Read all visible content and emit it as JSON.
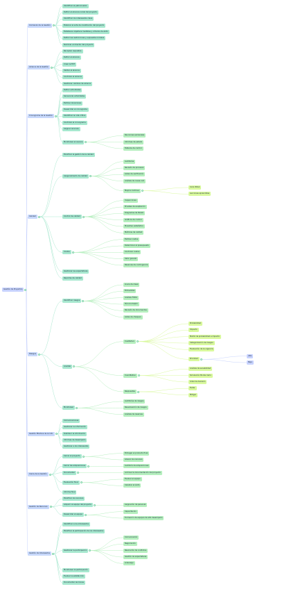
{
  "root": {
    "label": "Gestión de Proyectos",
    "children": [
      {
        "label": "Comienzo de la Gestión",
        "children": [
          {
            "label": "Identificar al patrocinador"
          },
          {
            "label": "Definir el alcance inicial del proyecto"
          },
          {
            "label": "Identificar los interesados clave"
          },
          {
            "label": "Elaborar el acta de constitución del proyecto"
          },
          {
            "label": "Establecer objetivos medibles y criterios de éxito"
          },
          {
            "label": "Definir las restricciones y supuestos iniciales"
          },
          {
            "label": "Nombrar al director del proyecto"
          }
        ]
      },
      {
        "label": "Alcance de la Gestión",
        "children": [
          {
            "label": "Recopilar requisitos"
          },
          {
            "label": "Definir el alcance"
          },
          {
            "label": "Crear la EDT"
          },
          {
            "label": "Validar el alcance"
          },
          {
            "label": "Controlar el alcance"
          },
          {
            "label": "Gestionar cambios de alcance"
          }
        ]
      },
      {
        "label": "Cronograma de la Gestión",
        "children": [
          {
            "label": "Definir actividades"
          },
          {
            "label": "Secuenciar actividades"
          },
          {
            "label": "Estimar duraciones"
          },
          {
            "label": "Desarrollar el cronograma"
          },
          {
            "label": "Identificar la ruta crítica"
          },
          {
            "label": "Controlar el cronograma"
          },
          {
            "label": "Asignar recursos"
          },
          {
            "label": "Monitorear el avance",
            "children": [
              {
                "label": "Reuniones semanales"
              },
              {
                "label": "Informes de estado"
              },
              {
                "label": "Tableros de control"
              }
            ]
          }
        ]
      },
      {
        "label": "Calidad",
        "children": [
          {
            "label": "Planificar la gestión de la calidad"
          },
          {
            "label": "Aseguramiento de calidad",
            "children": [
              {
                "label": "Auditorías"
              },
              {
                "label": "Revisión de procesos"
              },
              {
                "label": "Listas de verificación"
              },
              {
                "label": "Análisis de causa raíz"
              },
              {
                "label": "Mejora continua",
                "children": [
                  {
                    "label": "Ciclo PDCA"
                  },
                  {
                    "label": "Lecciones aprendidas"
                  }
                ]
              }
            ]
          },
          {
            "label": "Control de calidad",
            "children": [
              {
                "label": "Inspecciones"
              },
              {
                "label": "Pruebas de aceptación"
              },
              {
                "label": "Diagramas de Pareto"
              },
              {
                "label": "Gráficos de control"
              },
              {
                "label": "Muestreo estadístico"
              },
              {
                "label": "Métricas de calidad"
              }
            ]
          },
          {
            "label": "Costos",
            "children": [
              {
                "label": "Estimar costos"
              },
              {
                "label": "Determinar el presupuesto"
              },
              {
                "label": "Controlar costos"
              },
              {
                "label": "Valor ganado"
              },
              {
                "label": "Reservas de contingencia"
              }
            ]
          },
          {
            "label": "Gestionar las expectativas"
          },
          {
            "label": "Reportes de calidad"
          }
        ]
      },
      {
        "label": "Riesgos",
        "children": [
          {
            "label": "Identificar riesgos",
            "children": [
              {
                "label": "Lluvia de ideas"
              },
              {
                "label": "Entrevistas"
              },
              {
                "label": "Análisis FODA"
              },
              {
                "label": "Técnica Delphi"
              },
              {
                "label": "Revisión de documentos"
              },
              {
                "label": "Listas de chequeo"
              }
            ]
          },
          {
            "label": "Analizar",
            "children": [
              {
                "label": "Cualitativo",
                "children": [
                  {
                    "label": "Probabilidad"
                  },
                  {
                    "label": "Impacto"
                  },
                  {
                    "label": "Matriz de probabilidad e impacto"
                  },
                  {
                    "label": "Categorización de riesgos"
                  },
                  {
                    "label": "Evaluación de la urgencia"
                  },
                  {
                    "label": "Prioridad",
                    "children": [
                      {
                        "label": "Alta"
                      },
                      {
                        "label": "Baja"
                      }
                    ]
                  }
                ]
              },
              {
                "label": "Cuantitativo",
                "children": [
                  {
                    "label": "Análisis de sensibilidad"
                  },
                  {
                    "label": "Simulación Monte Carlo"
                  },
                  {
                    "label": "Árbol de decisión"
                  }
                ]
              },
              {
                "label": "Respuestas",
                "children": [
                  {
                    "label": "Evitar"
                  },
                  {
                    "label": "Mitigar"
                  }
                ]
              }
            ]
          },
          {
            "label": "Monitorear",
            "children": [
              {
                "label": "Auditorías de riesgos"
              },
              {
                "label": "Reevaluación de riesgos"
              },
              {
                "label": "Análisis de reservas"
              }
            ]
          }
        ]
      },
      {
        "label": "Gestión Efectiva de la Info.",
        "children": [
          {
            "label": "Comunicaciones"
          },
          {
            "label": "Gestionar la información"
          },
          {
            "label": "Distribuir la información"
          },
          {
            "label": "Informes de desempeño"
          },
          {
            "label": "Gestionar a los interesados"
          }
        ]
      },
      {
        "label": "Cierre de la Gestión",
        "children": [
          {
            "label": "Cerrar el proyecto",
            "children": [
              {
                "label": "Entregar el producto final"
              },
              {
                "label": "Liberar los recursos"
              }
            ]
          },
          {
            "label": "Cerrar las adquisiciones",
            "children": [
              {
                "label": "Auditoría de adquisiciones"
              }
            ]
          },
          {
            "label": "Documentar",
            "children": [
              {
                "label": "Archivar la documentación del proyecto"
              }
            ]
          },
          {
            "label": "Evaluación final",
            "children": [
              {
                "label": "Evaluar el equipo"
              },
              {
                "label": "Celebrar el éxito"
              }
            ]
          },
          {
            "label": "Informe final"
          }
        ]
      },
      {
        "label": "Gestión de Recursos",
        "children": [
          {
            "label": "Planificar los recursos"
          },
          {
            "label": "Adquirir el equipo del proyecto",
            "children": [
              {
                "label": "Asignación de personal"
              }
            ]
          },
          {
            "label": "Desarrollar el equipo",
            "children": [
              {
                "label": "Capacitación"
              },
              {
                "label": "Formación de equipos de alto desempeño"
              }
            ]
          }
        ]
      },
      {
        "label": "Gestión de Interesados",
        "children": [
          {
            "label": "Identificar a los interesados"
          },
          {
            "label": "Planificar la participación de los interesados"
          },
          {
            "label": "Gestionar la participación",
            "children": [
              {
                "label": "Comunicación"
              },
              {
                "label": "Negociación"
              },
              {
                "label": "Resolución de conflictos"
              },
              {
                "label": "Gestión de expectativas"
              },
              {
                "label": "Liderazgo"
              }
            ]
          },
          {
            "label": "Monitorear la participación"
          },
          {
            "label": "Evaluar la satisfacción"
          },
          {
            "label": "Documentar lecciones"
          }
        ]
      }
    ]
  }
}
